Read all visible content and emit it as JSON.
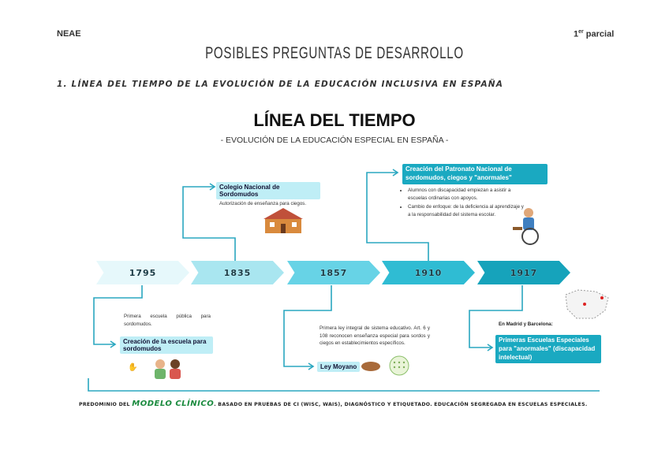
{
  "header": {
    "left": "NEAE",
    "right_main": "1",
    "right_sup": "er",
    "right_rest": " parcial"
  },
  "doc_title": "POSIBLES PREGUNTAS DE DESARROLLO",
  "section_title": "1. LÍNEA DEL TIEMPO DE LA EVOLUCIÓN DE LA EDUCACIÓN INCLUSIVA EN ESPAÑA",
  "timeline": {
    "title": "LÍNEA DEL TIEMPO",
    "subtitle": "- EVOLUCIÓN DE LA EDUCACIÓN ESPECIAL EN ESPAÑA -",
    "years": [
      "1795",
      "1835",
      "1857",
      "1910",
      "1917"
    ],
    "events": {
      "e1795": {
        "label": "Creación de la escuela para sordomudos",
        "text": "Primera escuela pública para sordomudos."
      },
      "e1835": {
        "label": "Colegio Nacional de Sordomudos",
        "text": "Autorización de enseñanza para ciegos."
      },
      "e1857": {
        "label": "Ley Moyano",
        "text": "Primera ley integral de sistema educativo. Art. 6 y 108 reconocen enseñanza especial para sordos y ciegos en establecimientos específicos."
      },
      "e1910": {
        "label": "Creación del Patronato Nacional de sordomudos, ciegos y \"anormales\"",
        "bullets": [
          "Alumnos con discapacidad empiezan a asistir a escuelas ordinarias con apoyos.",
          "Cambio de enfoque: de la deficiencia al aprendizaje y a la responsabilidad del sistema escolar."
        ]
      },
      "e1917": {
        "note": "En Madrid y Barcelona:",
        "label": "Primeras Escuelas Especiales para \"anormales\" (discapacidad intelectual)"
      }
    }
  },
  "footer": {
    "prefix": "PREDOMINIO DEL ",
    "highlight": "MODELO CLÍNICO",
    "suffix": ". BASADO EN PRUEBAS DE CI (WISC, WAIS), DIAGNÓSTICO Y ETIQUETADO. EDUCACIÓN SEGREGADA EN ESCUELAS ESPECIALES."
  },
  "colors": {
    "arrow_1795": "#e6f8fb",
    "arrow_1835": "#a9e6f0",
    "arrow_1857": "#67d3e6",
    "arrow_1910": "#2fbcd3",
    "arrow_1917": "#16a3bb",
    "connector": "#2aa7c0"
  }
}
